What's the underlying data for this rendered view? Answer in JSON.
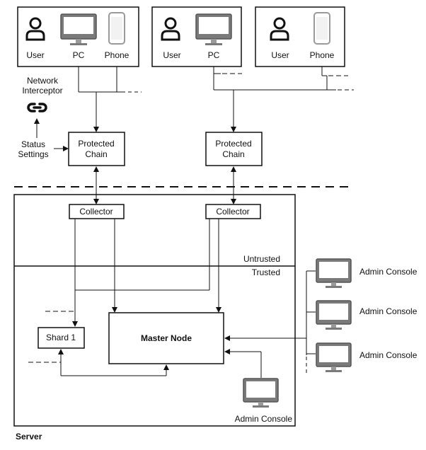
{
  "groups": [
    {
      "user_label": "User",
      "pc_label": "PC",
      "phone_label": "Phone"
    },
    {
      "user_label": "User",
      "pc_label": "PC"
    },
    {
      "user_label": "User",
      "phone_label": "Phone"
    }
  ],
  "network_interceptor": {
    "line1": "Network",
    "line2": "Interceptor"
  },
  "status_settings": {
    "line1": "Status",
    "line2": "Settings"
  },
  "protected_chain": [
    {
      "line1": "Protected",
      "line2": "Chain"
    },
    {
      "line1": "Protected",
      "line2": "Chain"
    }
  ],
  "collectors": [
    "Collector",
    "Collector"
  ],
  "zones": {
    "untrusted": "Untrusted",
    "trusted": "Trusted"
  },
  "shard_label": "Shard 1",
  "master_label": "Master Node",
  "admin_consoles": [
    "Admin Console",
    "Admin Console",
    "Admin Console"
  ],
  "internal_admin_label": "Admin Console",
  "server_label": "Server",
  "icon_names": {
    "user": "user-icon",
    "pc": "monitor-icon",
    "phone": "phone-icon",
    "link": "link-icon"
  }
}
